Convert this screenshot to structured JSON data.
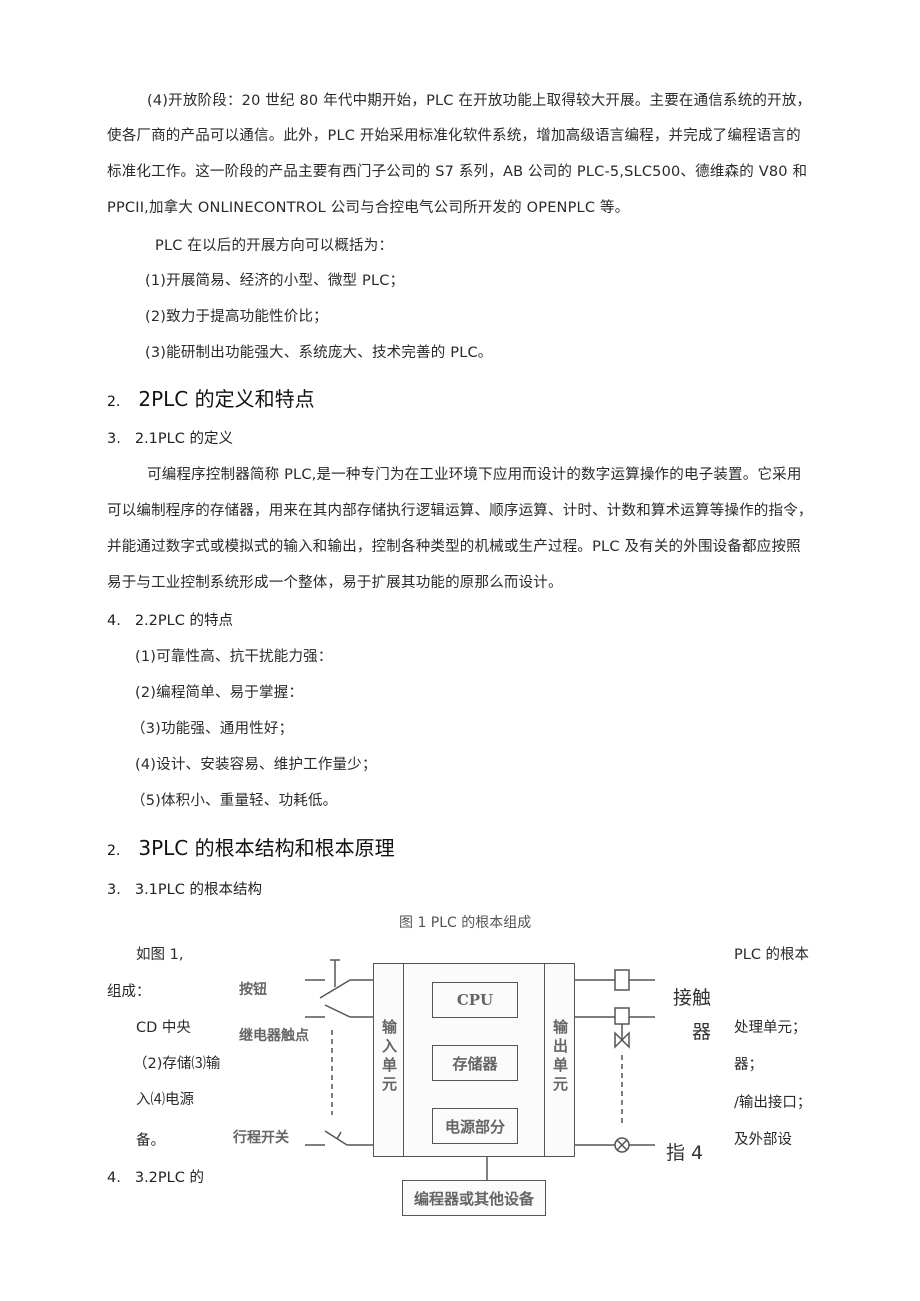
{
  "section4_para": [
    "(4)开放阶段：20 世纪 80 年代中期开始，PLC 在开放功能上取得较大开展。主要在通信系统的开放，",
    "使各厂商的产品可以通信。此外，PLC 开始采用标准化软件系统，增加高级语言编程，并完成了编程语言的",
    "标准化工作。这一阶段的产品主要有西门子公司的 S7 系列，AB 公司的 PLC-5,SLC500、德维森的 V80 和",
    "PPCII,加拿大 ONLINECONTROL 公司与合控电气公司所开发的 OPENPLC 等。"
  ],
  "trend_intro": "PLC 在以后的开展方向可以概括为：",
  "trends": [
    "(1)开展简易、经济的小型、微型 PLC；",
    "(2)致力于提高功能性价比；",
    "(3)能研制出功能强大、系统庞大、技术完善的 PLC。"
  ],
  "heading_2": {
    "num": "2.",
    "text": "2PLC 的定义和特点"
  },
  "heading_2_1": {
    "num": "3.",
    "text": "2.1PLC 的定义"
  },
  "definition_para": [
    "可编程序控制器简称 PLC,是一种专门为在工业环境下应用而设计的数字运算操作的电子装置。它采用",
    "可以编制程序的存储器，用来在其内部存储执行逻辑运算、顺序运算、计时、计数和算术运算等操作的指令，",
    "并能通过数字式或模拟式的输入和输出，控制各种类型的机械或生产过程。PLC 及有关的外围设备都应按照",
    "易于与工业控制系统形成一个整体，易于扩展其功能的原那么而设计。"
  ],
  "heading_2_2": {
    "num": "4.",
    "text": "2.2PLC 的特点"
  },
  "features": [
    "(1)可靠性高、抗干扰能力强：",
    "(2)编程简单、易于掌握：",
    "（3)功能强、通用性好；",
    "(4)设计、安装容易、维护工作量少；",
    "（5)体积小、重量轻、功耗低。"
  ],
  "heading_3": {
    "num": "2.",
    "text": "3PLC 的根本结构和根本原理"
  },
  "heading_3_1": {
    "num": "3.",
    "text": "3.1PLC 的根本结构"
  },
  "figure_caption": "图 1 PLC 的根本组成",
  "left_fragments": [
    "如图 1,",
    "组成：",
    "CD 中央",
    "（2)存储⑶输",
    "入⑷电源",
    "备。"
  ],
  "heading_3_2": {
    "num": "4.",
    "text": "3.2PLC 的"
  },
  "right_fragments": [
    "PLC 的根本",
    "处理单元；",
    "器；",
    "/输出接口；",
    "及外部设"
  ],
  "diagram": {
    "inputs": [
      "按钮",
      "继电器触点",
      "行程开关"
    ],
    "input_unit": "输入单元",
    "output_unit": "输出单元",
    "cpu": "CPU",
    "memory": "存储器",
    "power": "电源部分",
    "programmer": "编程器或其他设备",
    "out_label_1": "接触",
    "out_label_2": "器",
    "out_label_3": "指 4"
  }
}
